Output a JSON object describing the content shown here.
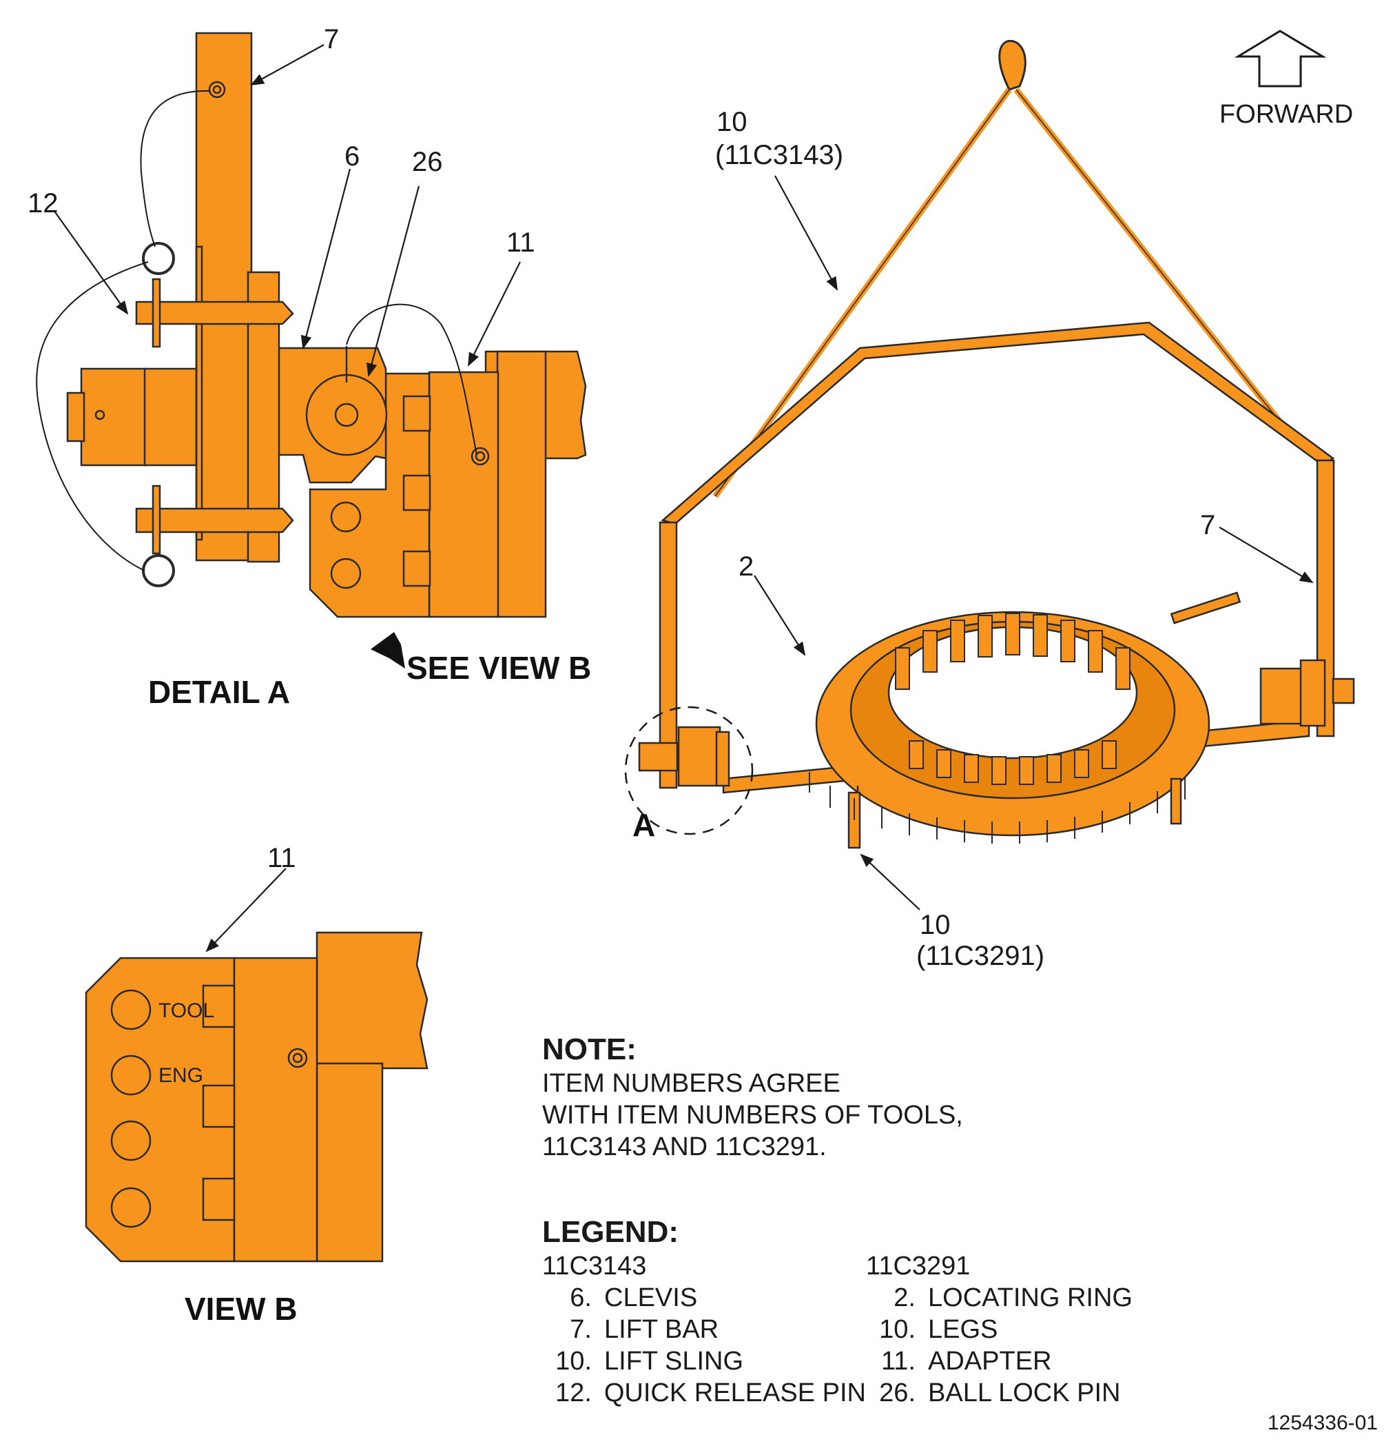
{
  "colors": {
    "part_fill": "#f7941d",
    "outline": "#2a2a2a",
    "leader": "#1a1a1a"
  },
  "callouts": {
    "detail_a_7": "7",
    "detail_a_6": "6",
    "detail_a_26": "26",
    "detail_a_12": "12",
    "detail_a_11": "11",
    "view_b_11": "11",
    "main_10_top": "10",
    "main_10_top_pn": "(11C3143)",
    "main_7": "7",
    "main_2": "2",
    "main_10_bottom": "10",
    "main_10_bottom_pn": "(11C3291)",
    "detail_marker": "A"
  },
  "titles": {
    "detail_a": "DETAIL A",
    "see_view_b": "SEE VIEW B",
    "view_b": "VIEW B"
  },
  "view_b_labels": {
    "tool": "TOOL",
    "eng": "ENG"
  },
  "forward_label": "FORWARD",
  "note": {
    "heading": "NOTE:",
    "lines": [
      "ITEM NUMBERS AGREE",
      "WITH ITEM NUMBERS OF TOOLS,",
      "11C3143 AND 11C3291."
    ]
  },
  "legend": {
    "heading": "LEGEND:",
    "col1": {
      "title": "11C3143",
      "items": [
        {
          "num": "6.",
          "label": "CLEVIS"
        },
        {
          "num": "7.",
          "label": "LIFT BAR"
        },
        {
          "num": "10.",
          "label": "LIFT SLING"
        },
        {
          "num": "12.",
          "label": "QUICK RELEASE PIN"
        }
      ]
    },
    "col2": {
      "title": "11C3291",
      "items": [
        {
          "num": "2.",
          "label": "LOCATING RING"
        },
        {
          "num": "10.",
          "label": "LEGS"
        },
        {
          "num": "11.",
          "label": "ADAPTER"
        },
        {
          "num": "26.",
          "label": "BALL LOCK PIN"
        }
      ]
    }
  },
  "doc_number": "1254336-01"
}
